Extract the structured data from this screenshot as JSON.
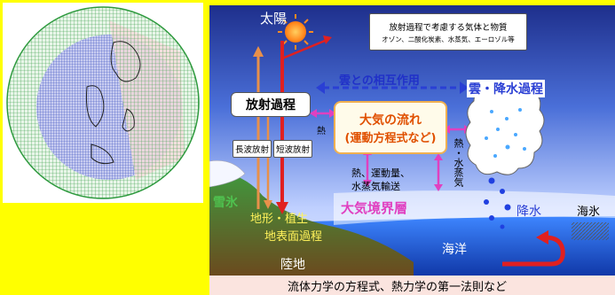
{
  "panel": {
    "sun_label": "太陽",
    "gas_box_line1": "放射過程で考慮する気体と物質",
    "gas_box_line2": "オゾン、二酸化炭素、水蒸気、エーロゾル等",
    "cloud_interaction": "雲との相互作用",
    "cloud_precip": "雲・降水過程",
    "radiation": "放射過程",
    "heat": "熱",
    "atmos_flow_line1": "大気の流れ",
    "atmos_flow_line2": "(運動方程式など)",
    "heat_vapor": "熱・水蒸気",
    "longwave": "長波放射",
    "shortwave": "短波放射",
    "transport_line1": "熱、運動量、",
    "transport_line2": "水蒸気輸送",
    "snow_ice": "雪氷",
    "boundary_layer": "大気境界層",
    "precip": "降水",
    "sea_ice": "海氷",
    "terrain": "地形・植生",
    "surface_process": "地表面過程",
    "ocean": "海洋",
    "land": "陸地",
    "bottom_banner": "流体力学の方程式、熱力学の第一法則など"
  },
  "colors": {
    "background": "#ffff00",
    "sky_top": "#1e2f8c",
    "sky_bottom": "#eef2ff",
    "ocean": "#1b5fd9",
    "land": "#2f7f2f",
    "accent_red": "#e02020",
    "accent_orange": "#e8904a",
    "accent_blue": "#2a3fd4",
    "accent_magenta": "#e040c0"
  }
}
